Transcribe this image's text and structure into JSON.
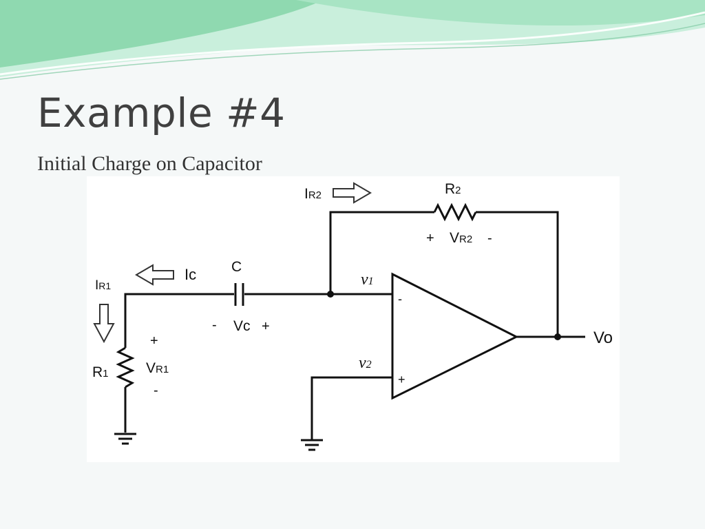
{
  "slide": {
    "title": "Example #4",
    "subtitle": "Initial Charge on Capacitor"
  },
  "colors": {
    "banner_dark": "#8fd9b0",
    "banner_light": "#c9efdc",
    "title": "#404040",
    "wire": "#111111"
  },
  "circuit": {
    "labels": {
      "ir2_main": "I",
      "ir2_sub": "R2",
      "r2_main": "R",
      "r2_sub": "2",
      "vr2_plus": "+",
      "vr2_main": "V",
      "vr2_sub": "R2",
      "vr2_minus": "-",
      "c": "C",
      "ic": "Ic",
      "ir1_main": "I",
      "ir1_sub": "R1",
      "v1_main": "v",
      "v1_sub": "1",
      "v2_main": "v",
      "v2_sub": "2",
      "vc_minus": "-",
      "vc_main": "Vc",
      "vc_plus": "+",
      "opamp_minus": "-",
      "opamp_plus": "+",
      "vr1_plus": "+",
      "r1_main": "R",
      "r1_sub": "1",
      "vr1_main": "V",
      "vr1_sub": "R1",
      "vr1_minus": "-",
      "vo": "Vo"
    }
  }
}
